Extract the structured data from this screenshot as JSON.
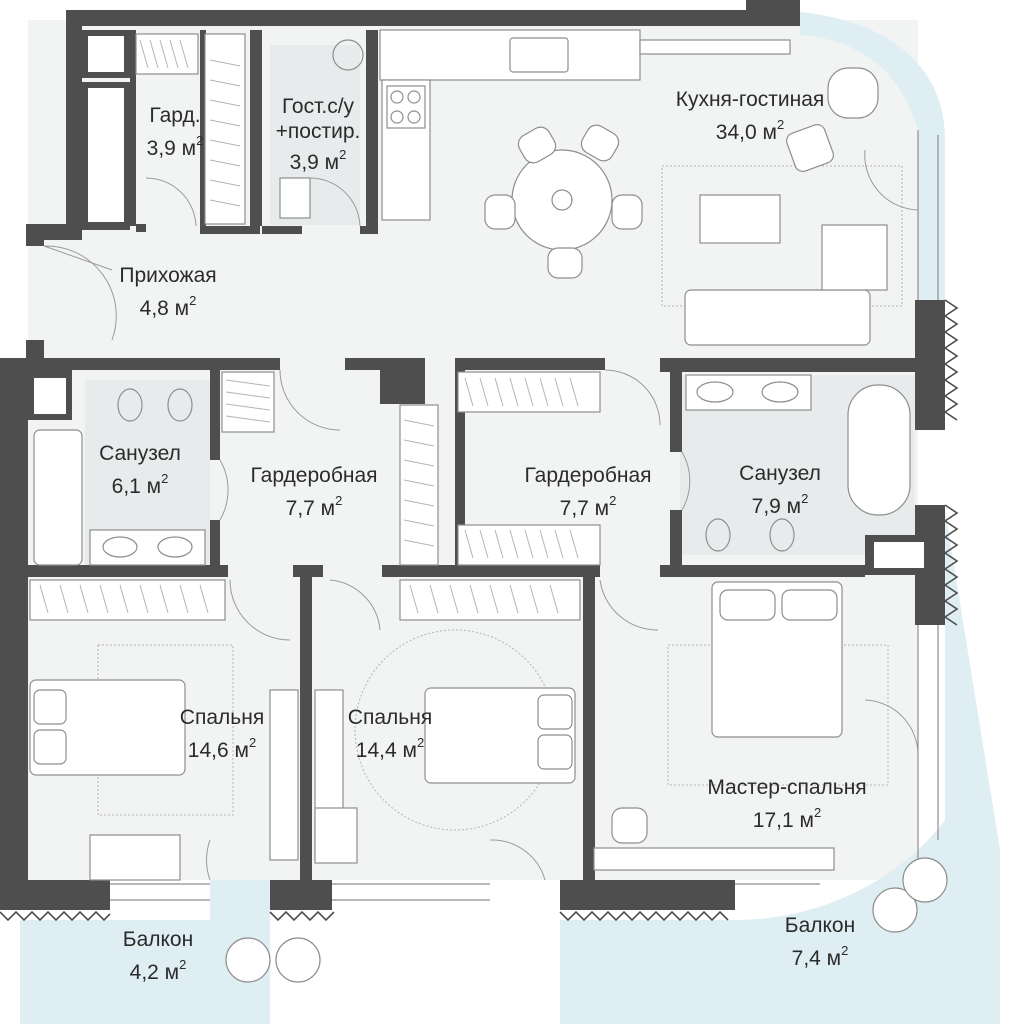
{
  "rooms": [
    {
      "id": "gard",
      "name": "Гард.",
      "area": "3,9 м",
      "unit_sup": "2"
    },
    {
      "id": "guest_wc",
      "name_line1": "Гост.с/у",
      "name_line2": "+постир.",
      "area": "3,9 м",
      "unit_sup": "2"
    },
    {
      "id": "kitchen",
      "name": "Кухня-гостиная",
      "area": "34,0 м",
      "unit_sup": "2"
    },
    {
      "id": "hall",
      "name": "Прихожая",
      "area": "4,8 м",
      "unit_sup": "2"
    },
    {
      "id": "bath1",
      "name": "Санузел",
      "area": "6,1 м",
      "unit_sup": "2"
    },
    {
      "id": "ward1",
      "name": "Гардеробная",
      "area": "7,7 м",
      "unit_sup": "2"
    },
    {
      "id": "ward2",
      "name": "Гардеробная",
      "area": "7,7 м",
      "unit_sup": "2"
    },
    {
      "id": "bath2",
      "name": "Санузел",
      "area": "7,9 м",
      "unit_sup": "2"
    },
    {
      "id": "bed1",
      "name": "Спальня",
      "area": "14,6 м",
      "unit_sup": "2"
    },
    {
      "id": "bed2",
      "name": "Спальня",
      "area": "14,4 м",
      "unit_sup": "2"
    },
    {
      "id": "master",
      "name": "Мастер-спальня",
      "area": "17,1 м",
      "unit_sup": "2"
    },
    {
      "id": "balcony1",
      "name": "Балкон",
      "area": "4,2 м",
      "unit_sup": "2"
    },
    {
      "id": "balcony2",
      "name": "Балкон",
      "area": "7,4 м",
      "unit_sup": "2"
    }
  ],
  "colors": {
    "wall": "#4e4e4e",
    "floor": "#f2f4f4",
    "tile": "#e7ebec",
    "glass": "#dfeef2",
    "text": "#2b2b2b"
  }
}
